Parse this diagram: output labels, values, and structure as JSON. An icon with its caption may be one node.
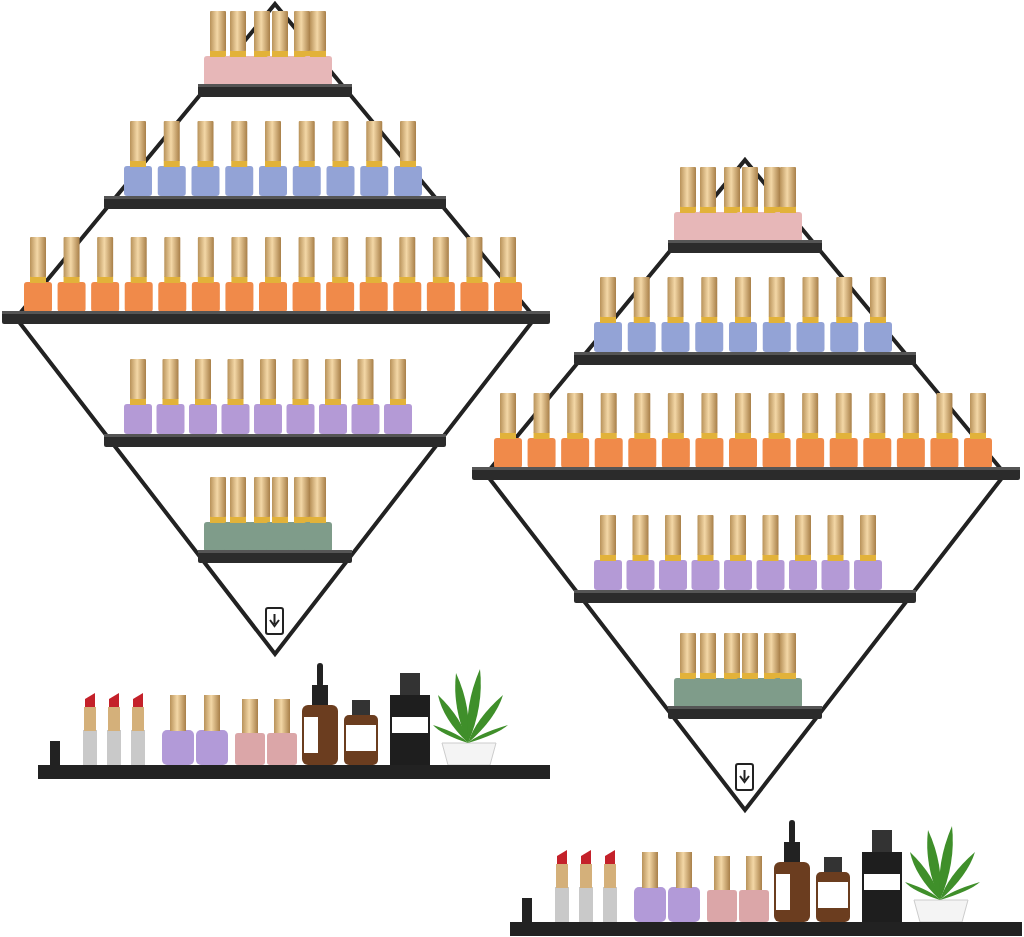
{
  "diagram": {
    "nodes": [
      {
        "text": [],
        "shape": "picture"
      },
      {
        "text": [],
        "shape": "picture"
      },
      {
        "text": [],
        "shape": "picture"
      },
      {
        "text": [],
        "shape": "picture"
      }
    ]
  }
}
